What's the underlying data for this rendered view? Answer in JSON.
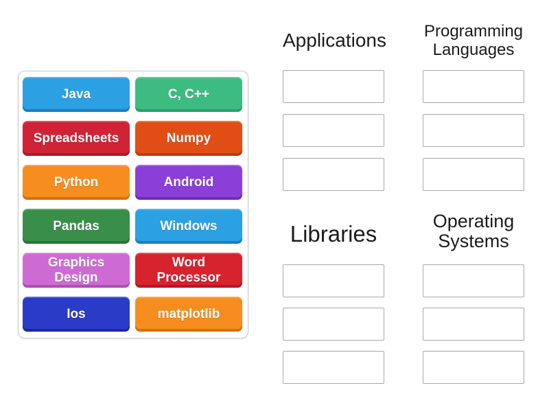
{
  "tiles": [
    {
      "label": "Java",
      "color": "#2BA0E3",
      "shade": "#1B7FC0"
    },
    {
      "label": "C, C++",
      "color": "#3DBC82",
      "shade": "#2E9E69"
    },
    {
      "label": "Spreadsheets",
      "color": "#D02335",
      "shade": "#A91B29"
    },
    {
      "label": "Numpy",
      "color": "#E04E16",
      "shade": "#B93E0E"
    },
    {
      "label": "Python",
      "color": "#F78D1E",
      "shade": "#D27211"
    },
    {
      "label": "Android",
      "color": "#8B3FD8",
      "shade": "#6F2DB3"
    },
    {
      "label": "Pandas",
      "color": "#398F49",
      "shade": "#2A753A"
    },
    {
      "label": "Windows",
      "color": "#2BA0E3",
      "shade": "#1B7FC0"
    },
    {
      "label": "Graphics Design",
      "color": "#CE6AD4",
      "shade": "#AC4FB3"
    },
    {
      "label": "Word Processor",
      "color": "#D6232E",
      "shade": "#AE1B25"
    },
    {
      "label": "Ios",
      "color": "#2A3BC8",
      "shade": "#2029A0"
    },
    {
      "label": "matplotlib",
      "color": "#F78D1E",
      "shade": "#D27211"
    }
  ],
  "groups": [
    {
      "name": "Applications",
      "empty_slots": 3
    },
    {
      "name": "Programming Languages",
      "empty_slots": 3
    },
    {
      "name": "Libraries",
      "empty_slots": 3
    },
    {
      "name": "Operating Systems",
      "empty_slots": 3
    }
  ]
}
